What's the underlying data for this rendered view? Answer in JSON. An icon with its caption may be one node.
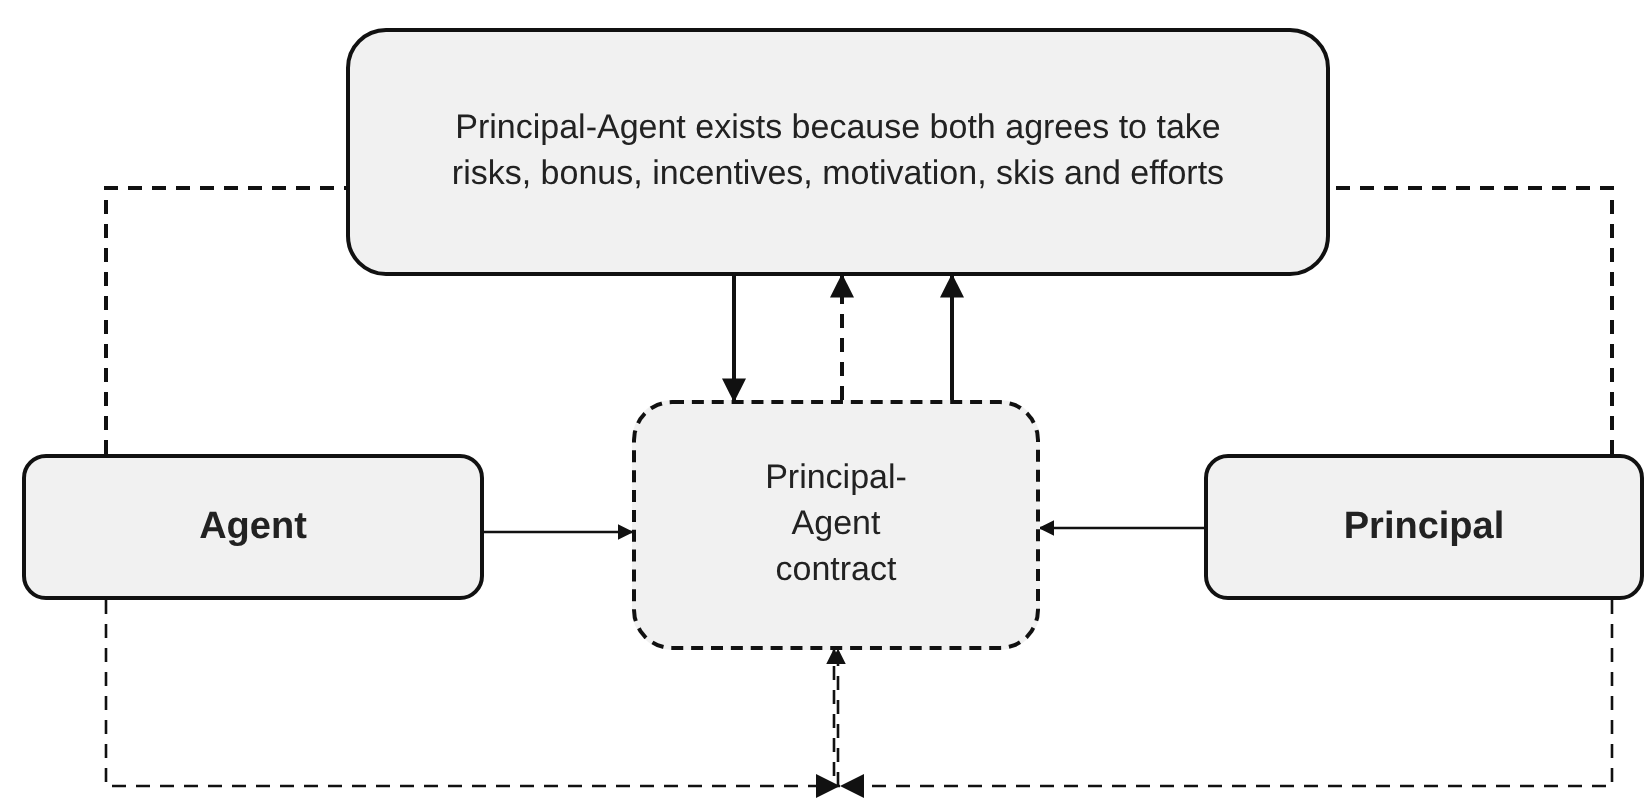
{
  "diagram": {
    "nodes": [
      {
        "text": [
          "Principal-Agent exists because both agrees to take risks, bonus, incentives, motivation, skis and efforts"
        ]
      },
      {
        "text": [
          "Agent"
        ]
      },
      {
        "text": [
          "Principal- Agent contract"
        ]
      },
      {
        "text": [
          "Principal"
        ]
      }
    ],
    "edges": [
      {
        "from": 0,
        "to": 2,
        "arrow": "to"
      },
      {
        "from": 2,
        "to": 0,
        "arrow": "to",
        "style": "dashed"
      },
      {
        "from": 2,
        "to": 0,
        "arrow": "to"
      },
      {
        "from": 1,
        "to": 2,
        "arrow": "to"
      },
      {
        "from": 3,
        "to": 2,
        "arrow": "to"
      },
      {
        "from": 1,
        "to": 0,
        "arrow": "none",
        "style": "dashed"
      },
      {
        "from": 3,
        "to": 0,
        "arrow": "none",
        "style": "dashed"
      },
      {
        "from": 1,
        "to": 2,
        "arrow": "to",
        "style": "dashed"
      },
      {
        "from": 3,
        "to": 2,
        "arrow": "to",
        "style": "dashed"
      }
    ]
  }
}
